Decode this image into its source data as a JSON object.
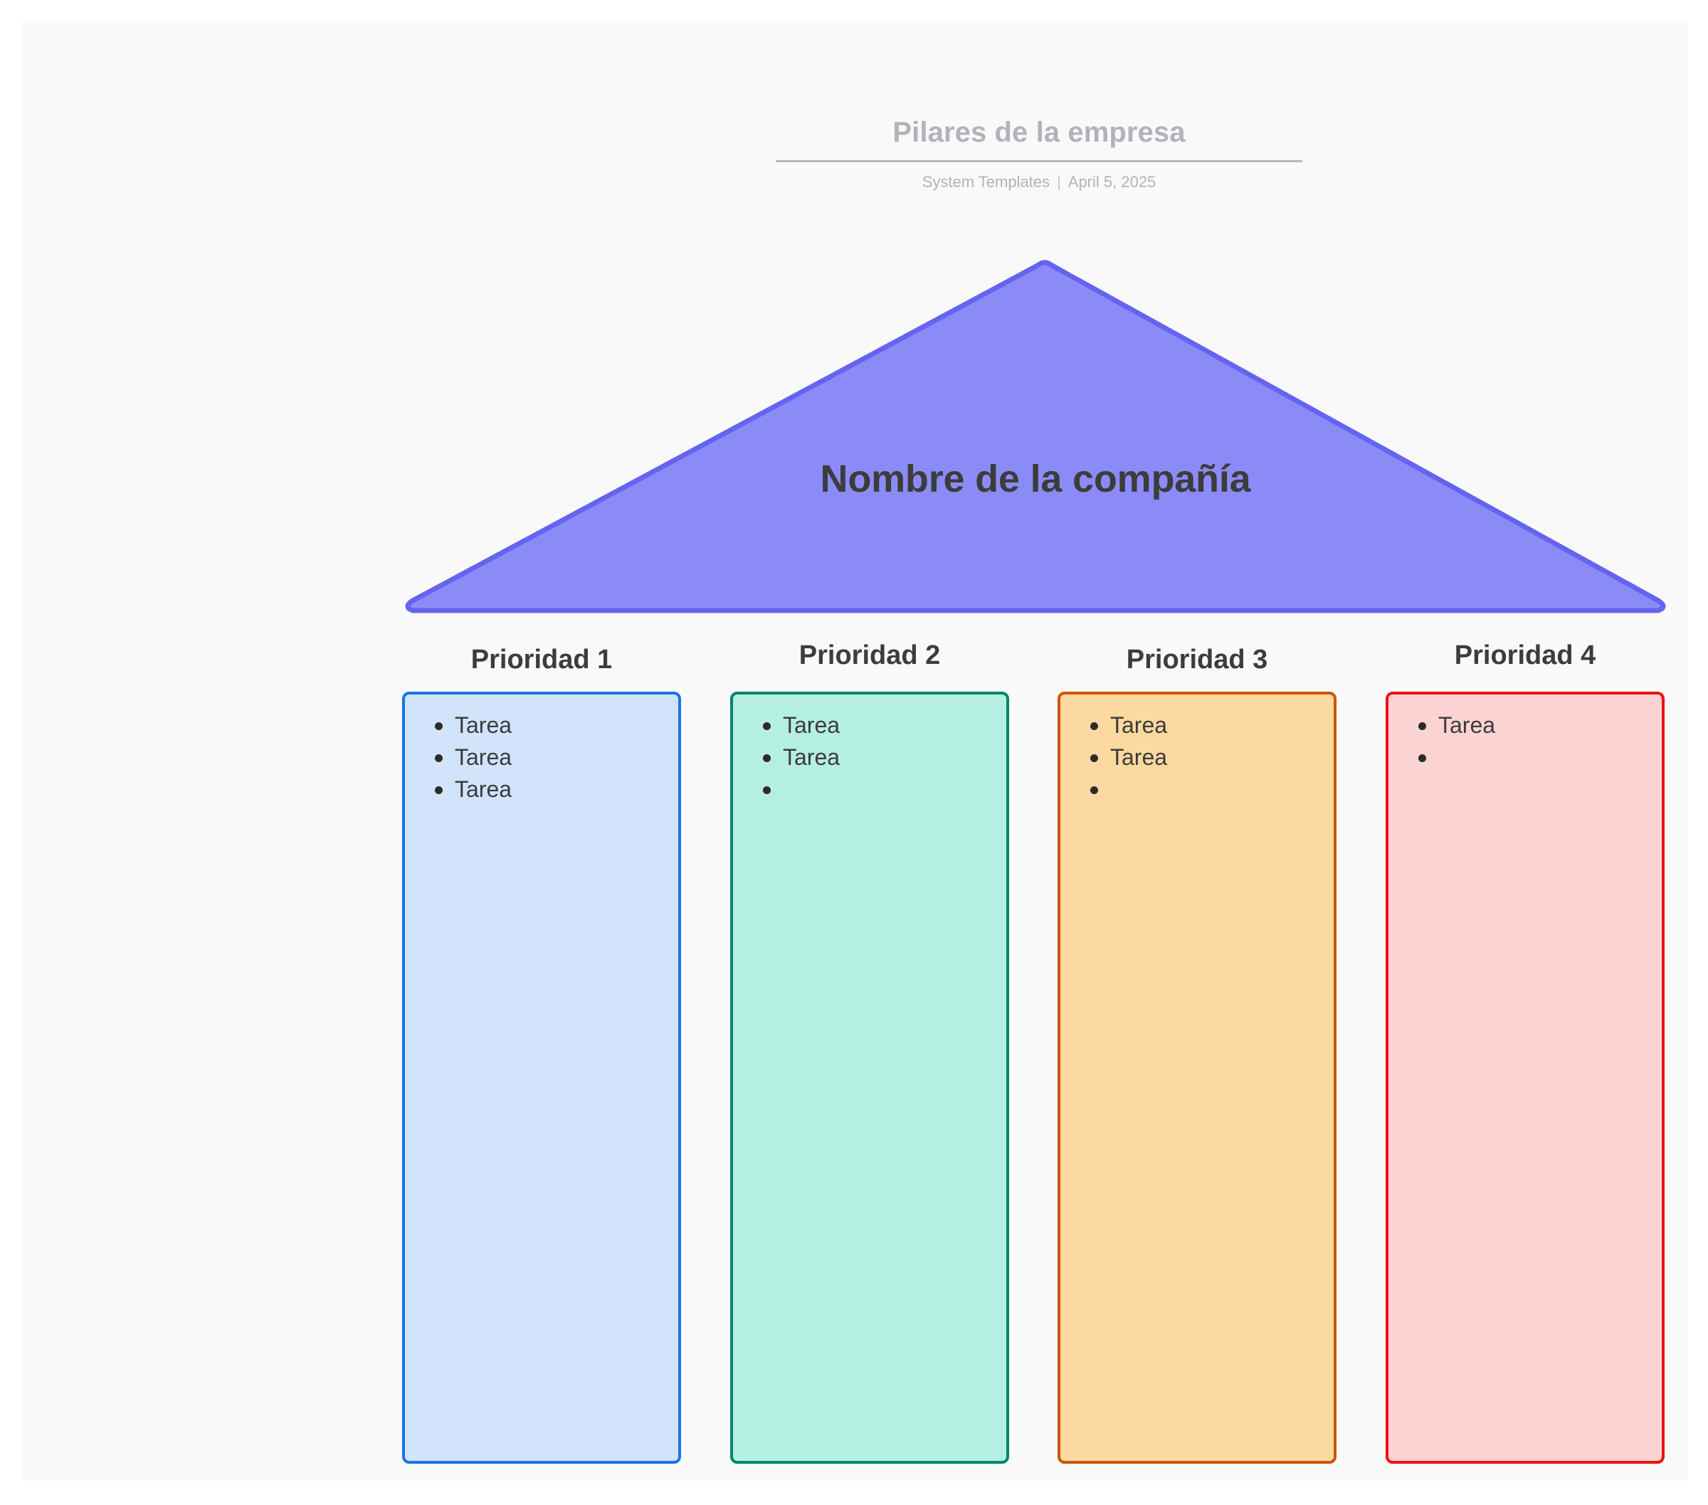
{
  "document": {
    "title": "Pilares de la empresa",
    "source": "System Templates",
    "separator": "|",
    "date": "April 5, 2025"
  },
  "roof": {
    "company_label": "Nombre de la compañía",
    "fill_color": "#8b8bf7",
    "stroke_color": "#6464f0"
  },
  "canvas": {
    "background_color": "#f9f9f9",
    "page_background_color": "#ffffff"
  },
  "pillars": [
    {
      "title": "Prioridad 1",
      "fill_color": "#d2e3fc",
      "border_color": "#1a73e8",
      "tasks": [
        "Tarea",
        "Tarea",
        "Tarea"
      ]
    },
    {
      "title": "Prioridad 2",
      "fill_color": "#b5efe2",
      "border_color": "#00856f",
      "tasks": [
        "Tarea",
        "Tarea",
        ""
      ]
    },
    {
      "title": "Prioridad 3",
      "fill_color": "#fcd9a0",
      "border_color": "#cc5500",
      "tasks": [
        "Tarea",
        "Tarea",
        ""
      ]
    },
    {
      "title": "Prioridad 4",
      "fill_color": "#fcd3d3",
      "border_color": "#ee1111",
      "tasks": [
        "Tarea",
        ""
      ]
    }
  ]
}
